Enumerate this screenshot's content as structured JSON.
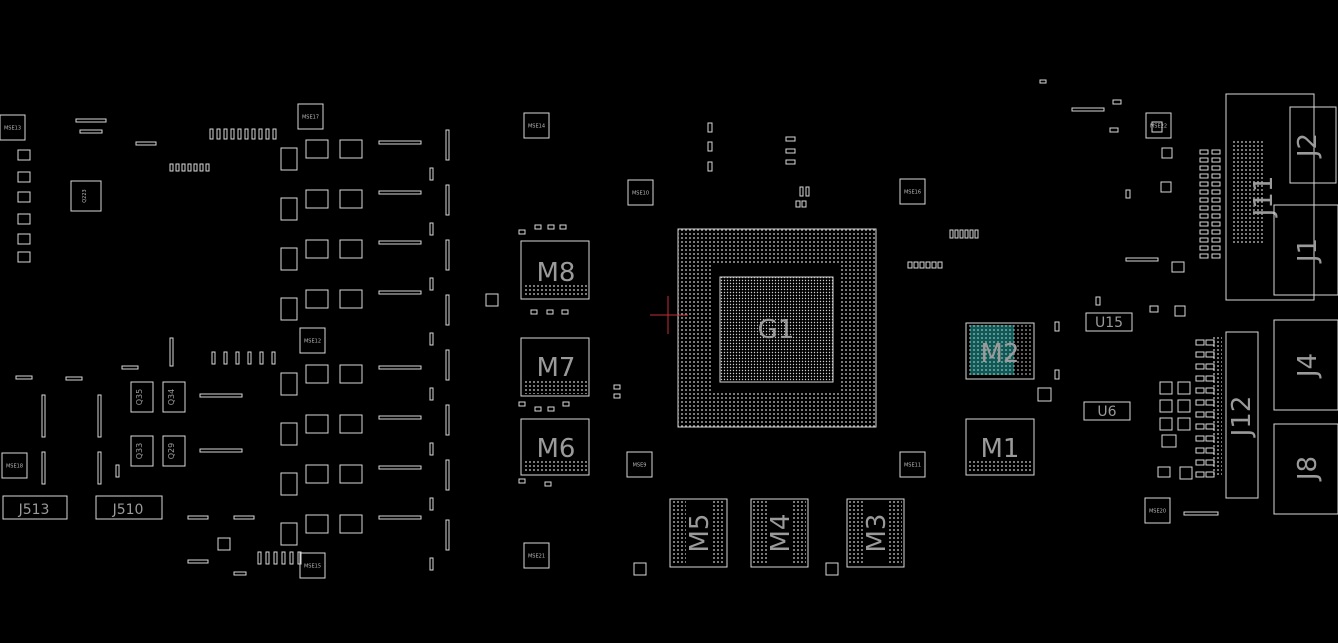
{
  "board": {
    "main_chip": "G1",
    "memory": [
      "M1",
      "M2",
      "M3",
      "M4",
      "M5",
      "M6",
      "M7",
      "M8"
    ],
    "connectors": [
      "J1",
      "J2",
      "J4",
      "J8",
      "J11",
      "J12"
    ],
    "connector_jumpers": [
      "J513",
      "J510"
    ],
    "regulators": [
      "U15",
      "U6"
    ],
    "transistors": [
      "Q223",
      "Q35",
      "Q34",
      "Q33",
      "Q29"
    ],
    "testpoints": [
      "MSE13",
      "MSE17",
      "MSE14",
      "MSE10",
      "MSE12",
      "MSE18",
      "MSE16",
      "MSE15",
      "MSE9",
      "MSE11",
      "MSE22",
      "MSE21",
      "MSE20"
    ]
  },
  "colors": {
    "background": "#000000",
    "outline": "#d8d8d8",
    "label": "#9a9a9a",
    "highlight": "#15a39a",
    "cursor": "#c0303a"
  }
}
